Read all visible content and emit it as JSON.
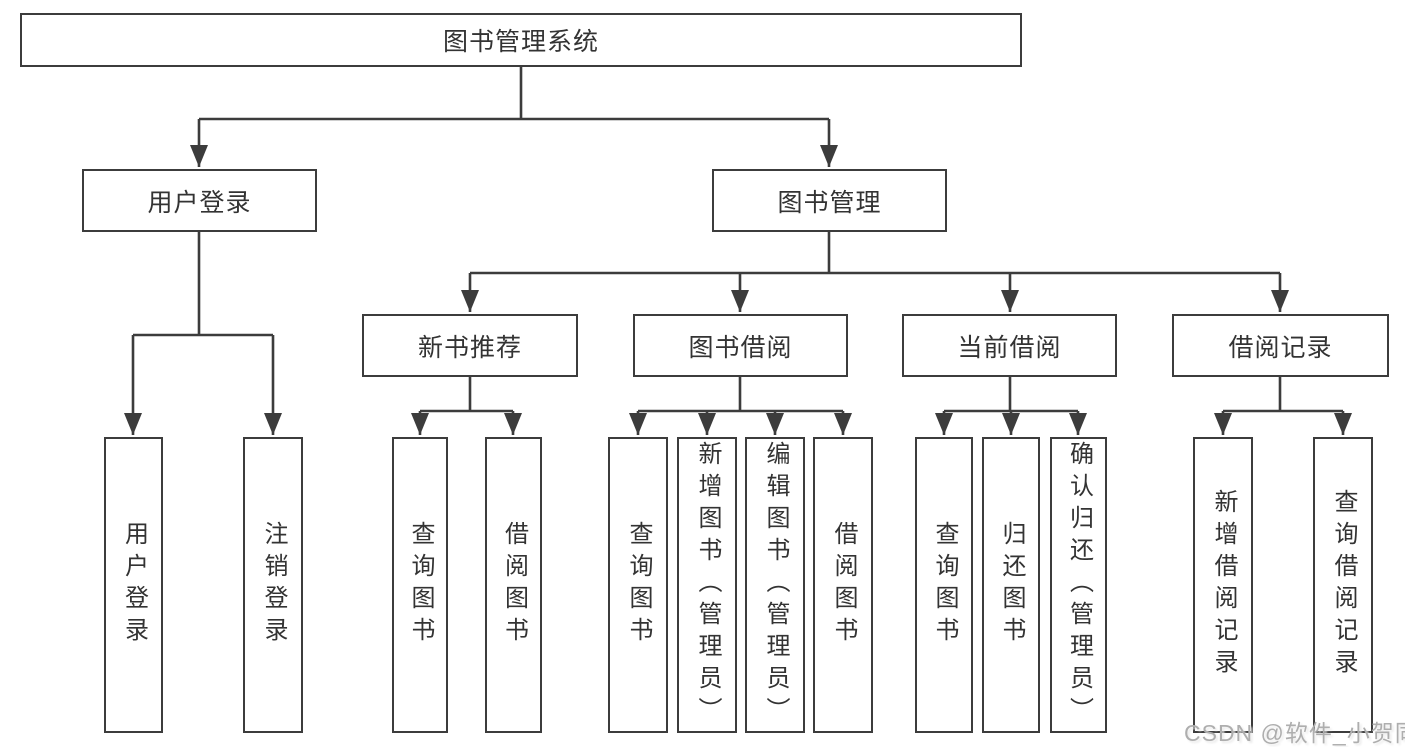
{
  "diagram": {
    "root": {
      "label": "图书管理系统"
    },
    "level2": [
      {
        "label": "用户登录"
      },
      {
        "label": "图书管理"
      }
    ],
    "level3": [
      {
        "label": "新书推荐",
        "parent": "图书管理"
      },
      {
        "label": "图书借阅",
        "parent": "图书管理"
      },
      {
        "label": "当前借阅",
        "parent": "图书管理"
      },
      {
        "label": "借阅记录",
        "parent": "图书管理"
      }
    ],
    "leaves": [
      {
        "label": "用户登录",
        "parent": "用户登录"
      },
      {
        "label": "注销登录",
        "parent": "用户登录"
      },
      {
        "label": "查询图书",
        "parent": "新书推荐"
      },
      {
        "label": "借阅图书",
        "parent": "新书推荐"
      },
      {
        "label": "查询图书",
        "parent": "图书借阅"
      },
      {
        "label": "新增图书（管理员）",
        "parent": "图书借阅"
      },
      {
        "label": "编辑图书（管理员）",
        "parent": "图书借阅"
      },
      {
        "label": "借阅图书",
        "parent": "图书借阅"
      },
      {
        "label": "查询图书",
        "parent": "当前借阅"
      },
      {
        "label": "归还图书",
        "parent": "当前借阅"
      },
      {
        "label": "确认归还（管理员）",
        "parent": "当前借阅"
      },
      {
        "label": "新增借阅记录",
        "parent": "借阅记录"
      },
      {
        "label": "查询借阅记录",
        "parent": "借阅记录"
      }
    ],
    "colors": {
      "line": "#3c3c3c",
      "text": "#333333",
      "background": "#ffffff",
      "watermark": "#aeaeae"
    }
  },
  "watermark": {
    "text": "CSDN @软件_小贺同学"
  }
}
